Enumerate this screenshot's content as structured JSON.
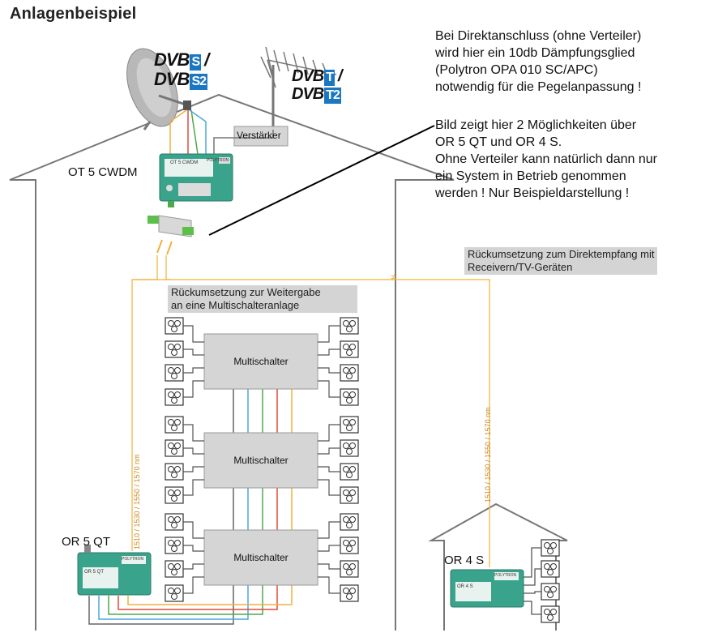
{
  "title": "Anlagenbeispiel",
  "note_direct": [
    "Bei Direktanschluss (ohne Verteiler)",
    "wird hier ein 10db Dämpfungsglied",
    "(Polytron OPA 010 SC/APC)",
    "notwendig für die Pegelanpassung !"
  ],
  "note_options": [
    "Bild zeigt hier 2 Möglichkeiten über",
    "OR 5 QT und OR 4 S.",
    "Ohne Verteiler kann natürlich dann nur",
    "ein System in Betrieb genommen",
    "werden ! Nur Beispieldarstellung !"
  ],
  "logos": {
    "dvb_s": {
      "prefix": "DVB",
      "tag": "S",
      "suffix": "/"
    },
    "dvb_s2": {
      "prefix": "DVB",
      "tag": "S2"
    },
    "dvb_t": {
      "prefix": "DVB",
      "tag": "T",
      "suffix": "/"
    },
    "dvb_t2": {
      "prefix": "DVB",
      "tag": "T2"
    },
    "tag_color_s": "#1a78c2",
    "tag_color_t": "#1a78c2"
  },
  "amplifier_label": "Verstärker",
  "ot_label": "OT 5 CWDM",
  "or5_label": "OR 5 QT",
  "or4_label": "OR 4 S",
  "direct_label": [
    "Rückumsetzung zum Direktempfang mit",
    "Receivern/TV-Geräten"
  ],
  "multiswitch_label": [
    "Rückumsetzung zur Weitergabe",
    "an eine Multischalteranlage"
  ],
  "multiswitch_name": "Multischalter",
  "wavelengths": "1510 / 1530 / 1550 / 1570 nm",
  "device_text": {
    "ot": "OT 5 CWDM",
    "or5": "OR 5 QT",
    "or4": "OR 4 S",
    "brand": "POLYTRON"
  },
  "colors": {
    "fiber": "#f0b13c",
    "device": "#3aa38c",
    "cable_red": "#e04a3c",
    "cable_green": "#4caa4c",
    "cable_blue": "#4aa8d8",
    "box": "#d5d5d5"
  }
}
